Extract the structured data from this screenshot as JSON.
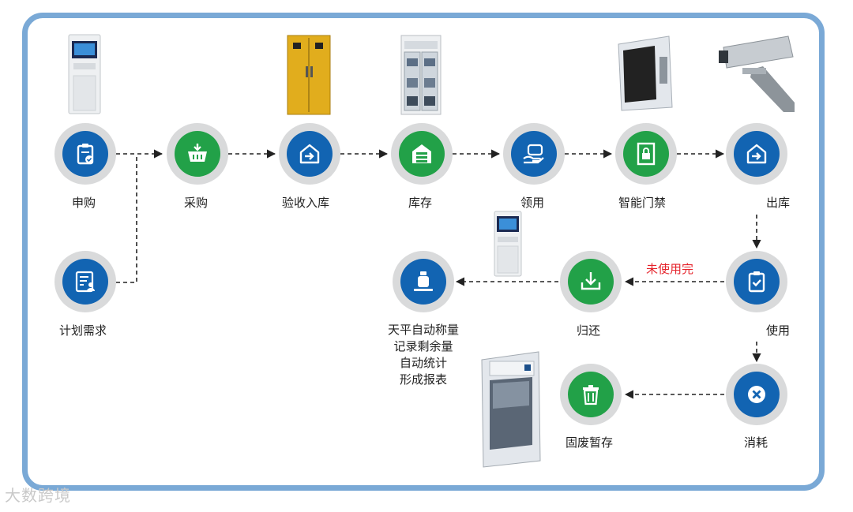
{
  "colors": {
    "green": "#22a148",
    "blue": "#1264b2",
    "ring": "#d9dadb",
    "frame": "#7aa9d6",
    "red": "#e5232b"
  },
  "nodes": {
    "apply": {
      "label": "申购",
      "icon": "clipboard-check-icon"
    },
    "purchase": {
      "label": "采购",
      "icon": "shopping-basket-icon"
    },
    "inbound": {
      "label": "验收入库",
      "icon": "warehouse-in-icon"
    },
    "stock": {
      "label": "库存",
      "icon": "warehouse-list-icon"
    },
    "receive": {
      "label": "领用",
      "icon": "hand-receive-icon"
    },
    "access": {
      "label": "智能门禁",
      "icon": "door-lock-icon"
    },
    "outbound": {
      "label": "出库",
      "icon": "warehouse-out-icon"
    },
    "plan": {
      "label": "计划需求",
      "icon": "user-list-icon"
    },
    "use": {
      "label": "使用",
      "icon": "clipboard-check-icon"
    },
    "return": {
      "label": "归还",
      "icon": "download-tray-icon"
    },
    "weigh": {
      "label": "",
      "icon": "balance-weight-icon"
    },
    "consume": {
      "label": "消耗",
      "icon": "close-x-icon"
    },
    "waste": {
      "label": "固废暂存",
      "icon": "trash-bin-icon"
    }
  },
  "weigh_lines": [
    "天平自动称量",
    "记录剩余量",
    "自动统计",
    "形成报表"
  ],
  "unused_label": "未使用完",
  "watermark": "大数跨境"
}
